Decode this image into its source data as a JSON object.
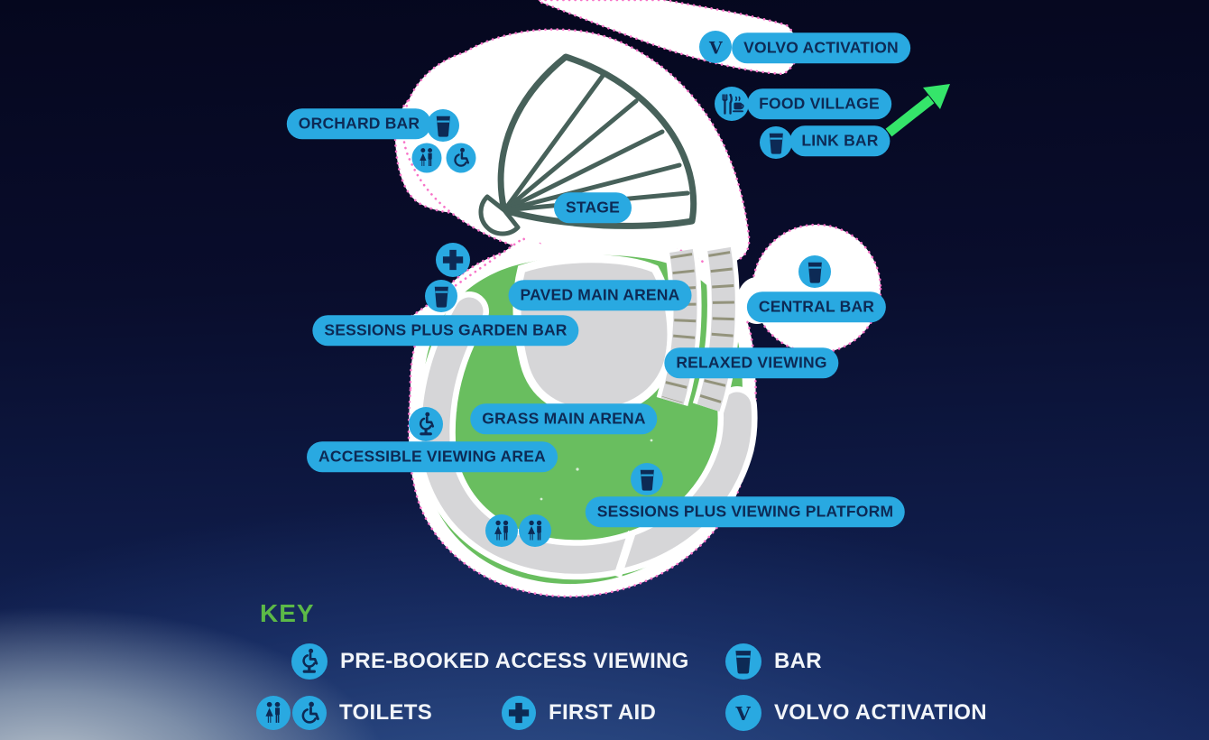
{
  "map": {
    "labels": {
      "volvo_activation": "VOLVO ACTIVATION",
      "food_village": "FOOD VILLAGE",
      "link_bar": "LINK BAR",
      "orchard_bar": "ORCHARD BAR",
      "stage": "STAGE",
      "paved_main_arena": "PAVED MAIN ARENA",
      "sessions_plus_garden_bar": "SESSIONS PLUS GARDEN BAR",
      "central_bar": "CENTRAL BAR",
      "relaxed_viewing": "RELAXED VIEWING",
      "grass_main_arena": "GRASS MAIN ARENA",
      "accessible_viewing_area": "ACCESSIBLE VIEWING AREA",
      "sessions_plus_viewing_platform": "SESSIONS PLUS VIEWING PLATFORM"
    },
    "icons": [
      "bar-icon",
      "toilets-icon",
      "accessible-toilet-icon",
      "first-aid-icon",
      "volvo-icon",
      "food-icon",
      "access-viewing-icon",
      "direction-arrow-icon"
    ]
  },
  "key": {
    "title": "KEY",
    "items": [
      {
        "icon": "access-viewing-icon",
        "label": "PRE-BOOKED ACCESS VIEWING"
      },
      {
        "icon": "bar-icon",
        "label": "BAR"
      },
      {
        "icon": "toilets-icon",
        "label": "TOILETS"
      },
      {
        "icon": "first-aid-icon",
        "label": "FIRST AID"
      },
      {
        "icon": "volvo-icon",
        "label": "VOLVO ACTIVATION"
      }
    ]
  },
  "colors": {
    "pill_blue": "#29A9E1",
    "pill_text": "#0D2A55",
    "key_green": "#5CB947",
    "arrow_green": "#35E56A",
    "grass_green": "#69BE5F",
    "paved_gray": "#D6D6D8",
    "stage_outline": "#47615A",
    "map_white": "#FFFFFF",
    "dotted_edge_pink": "#F873C8"
  }
}
